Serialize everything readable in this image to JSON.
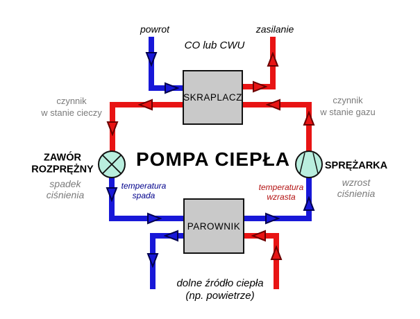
{
  "title": "POMPA CIEPŁA",
  "water_circuit": {
    "return_label": "powrot",
    "supply_label": "zasilanie",
    "system_label": "CO lub CWU"
  },
  "condenser": {
    "label": "SKRAPLACZ"
  },
  "evaporator": {
    "label": "PAROWNIK"
  },
  "refrigerant_left": {
    "state_line1": "czynnik",
    "state_line2": "w stanie cieczy"
  },
  "refrigerant_right": {
    "state_line1": "czynnik",
    "state_line2": "w stanie gazu"
  },
  "expansion_valve": {
    "name_line1": "ZAWÓR",
    "name_line2": "ROZPRĘŻNY",
    "effect_line1": "spadek",
    "effect_line2": "ciśnienia",
    "temp_line1": "temperatura",
    "temp_line2": "spada"
  },
  "compressor": {
    "name": "SPRĘŻARKA",
    "effect_line1": "wzrost",
    "effect_line2": "ciśnienia",
    "temp_line1": "temperatura",
    "temp_line2": "wzrasta"
  },
  "heat_source": {
    "line1": "dolne źródło ciepła",
    "line2": "(np. powietrze)"
  },
  "colors": {
    "hot_pipe": "#e81414",
    "cold_pipe": "#1818d8",
    "hot_arrow_outline": "#6b0000",
    "cold_arrow_outline": "#00004d",
    "box_fill": "#c9c9c9",
    "symbol_fill": "#b9eede",
    "temp_drop_text": "#00008b",
    "temp_rise_text": "#b31212",
    "muted_text": "#7a7a7a"
  }
}
